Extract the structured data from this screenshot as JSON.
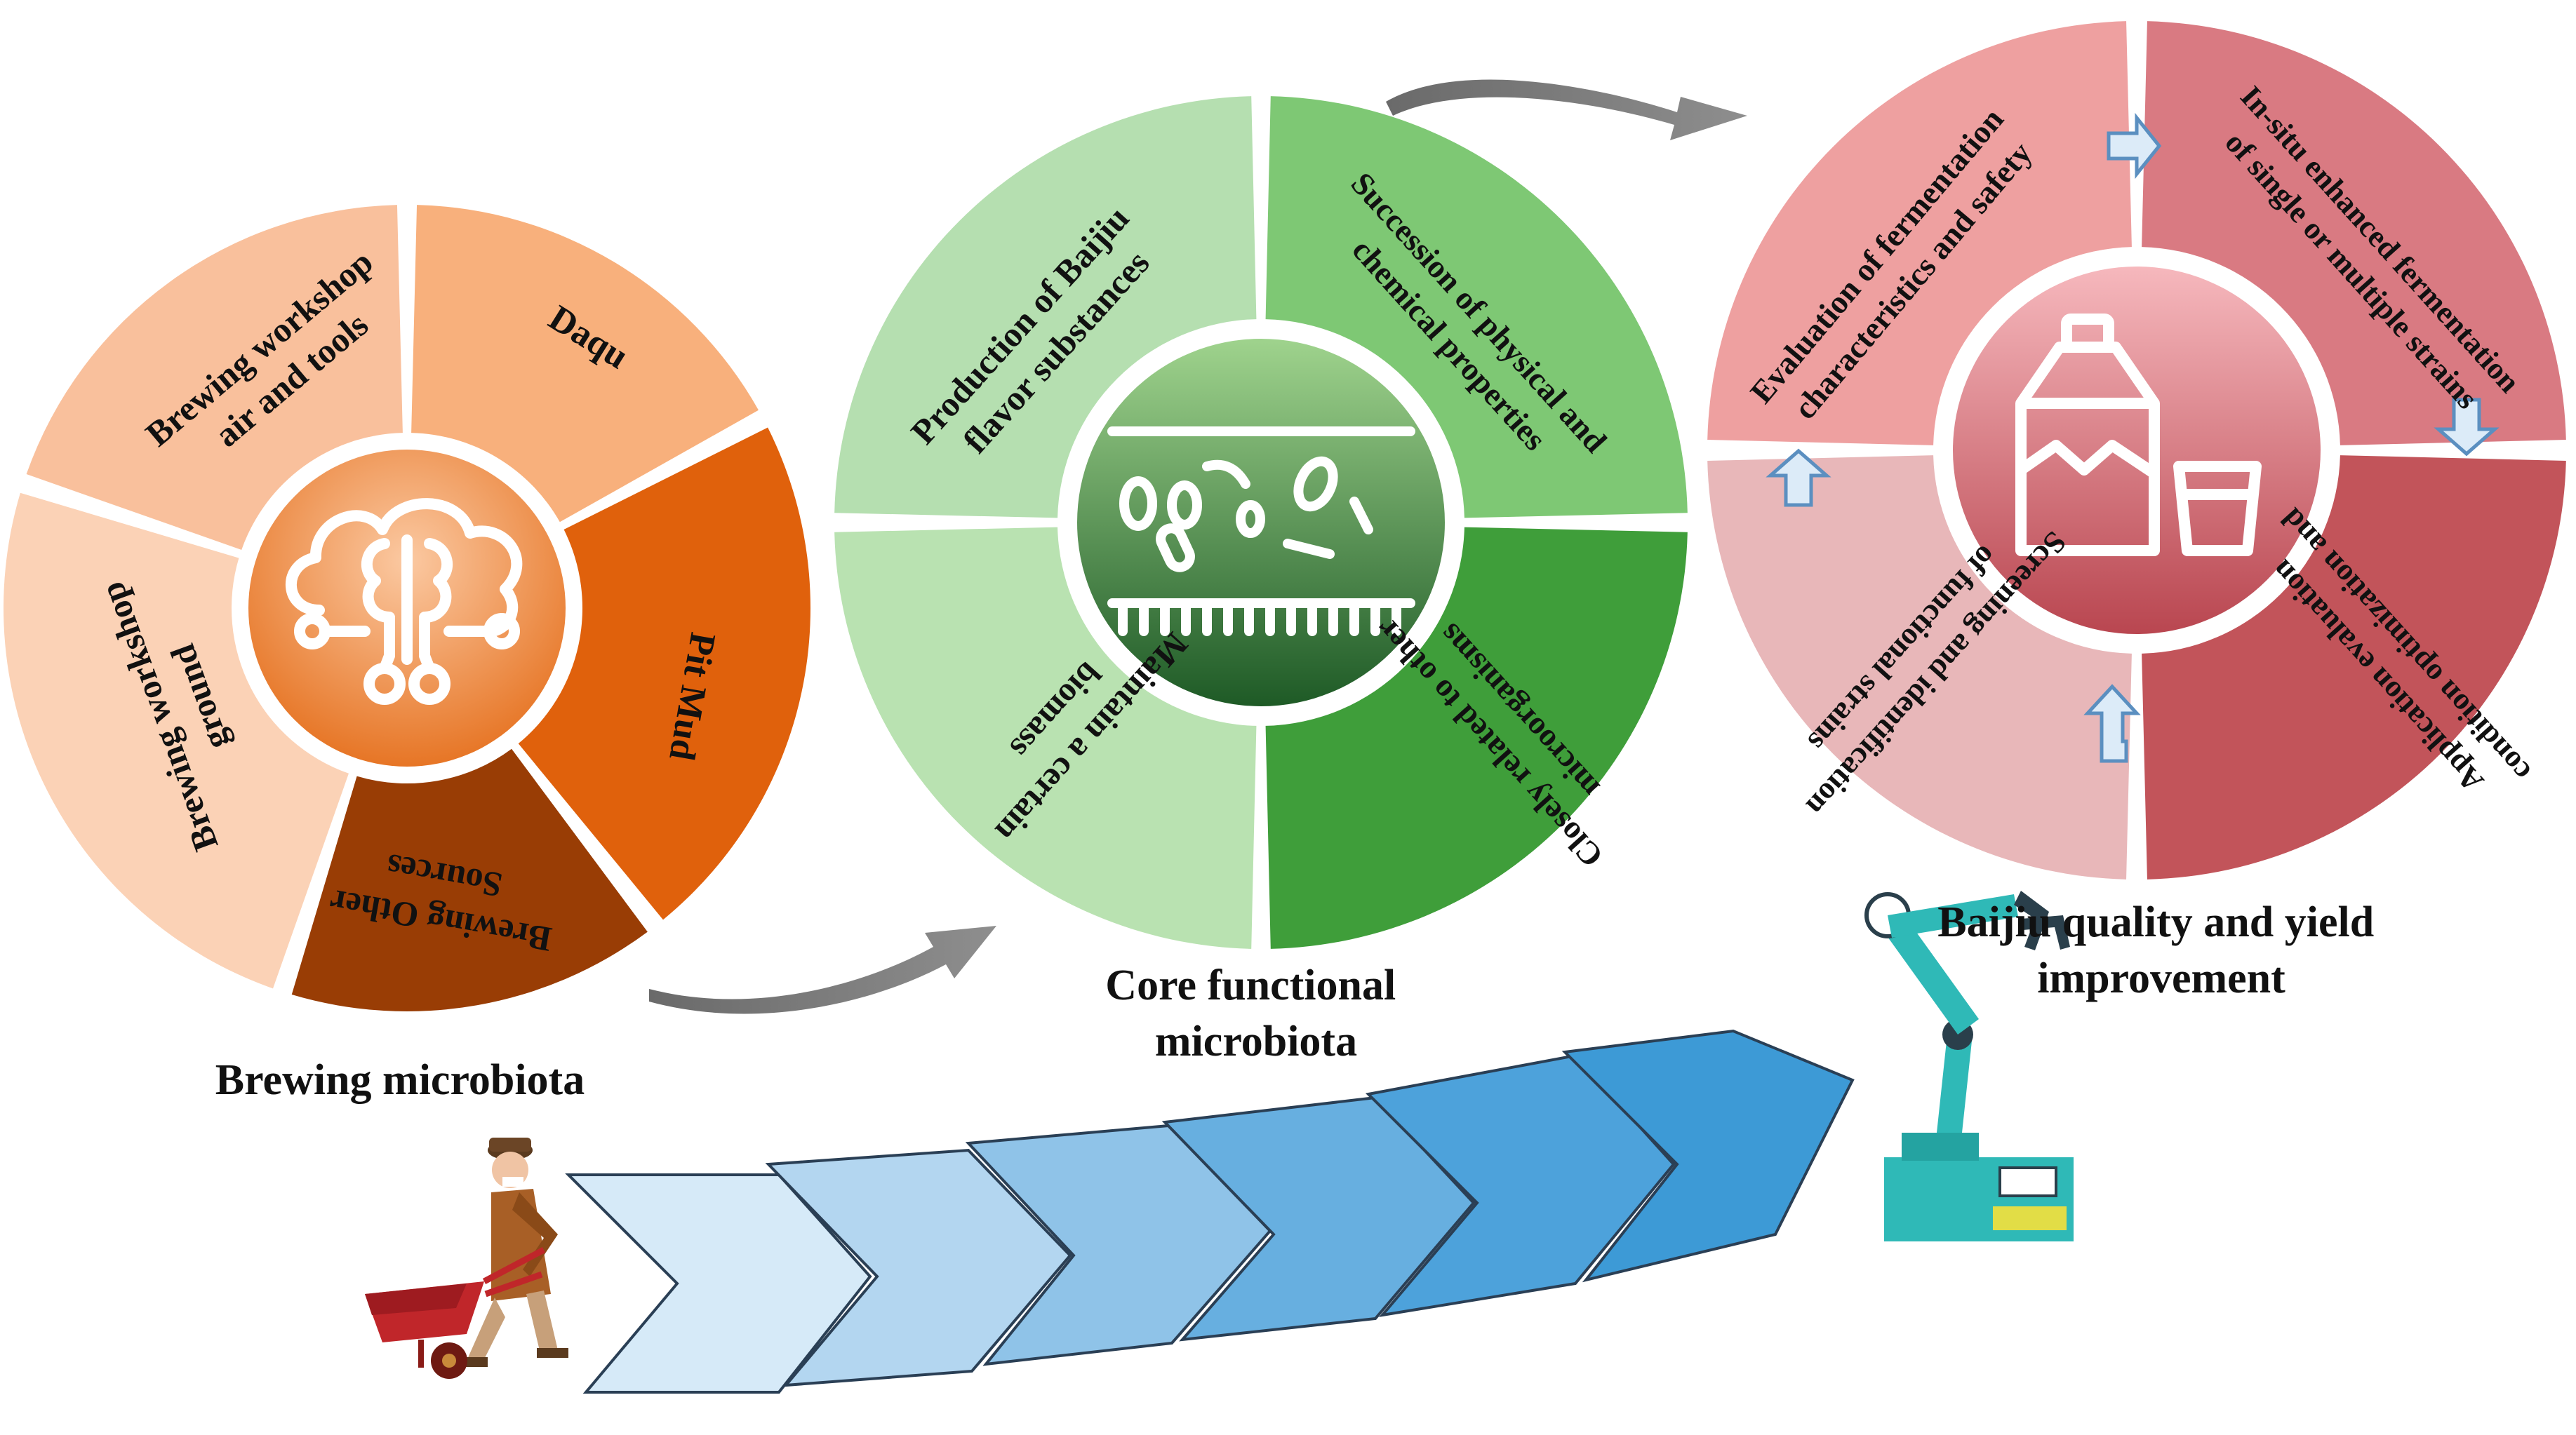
{
  "wheels": {
    "brewing": {
      "caption": [
        "Brewing microbiota"
      ],
      "segments": {
        "ground": [
          "Brewing workshop",
          "ground"
        ],
        "air": [
          "Brewing workshop",
          "air and tools"
        ],
        "daqu": [
          "Daqu"
        ],
        "pitmud": [
          "Pit Mud"
        ],
        "other": [
          "Brewing Other",
          "Sources"
        ]
      },
      "colors": {
        "ground": "#fbd2b6",
        "air": "#f9c09c",
        "daqu": "#f8b07c",
        "pitmud": "#e0610c",
        "other": "#993d05",
        "hub": "#ef8a3c"
      }
    },
    "core": {
      "caption": [
        "Core functional",
        "microbiota"
      ],
      "segments": {
        "production": [
          "Production of Baijiu",
          "flavor substances"
        ],
        "succession": [
          "Succession of physical and",
          "chemical properties"
        ],
        "related": [
          "Closely related to other",
          "microorganisms"
        ],
        "biomass": [
          "Maintain a certain",
          "biomass"
        ]
      },
      "colors": {
        "production": "#b5dfb0",
        "succession": "#7ec874",
        "related": "#3f9e3a",
        "biomass": "#b9e2b1",
        "hub": "#3c8f3c"
      }
    },
    "quality": {
      "caption": [
        "Baijiu quality and yield",
        "improvement"
      ],
      "segments": {
        "evaluation": [
          "Evaluation of fermentation",
          "characteristics and safety"
        ],
        "insitu": [
          "In-situ enhanced fermentation",
          "of single  or multiple strains"
        ],
        "application": [
          "Application evaluation",
          "condition optimization and"
        ],
        "screening": [
          "Screening and identification",
          "of functional strains"
        ]
      },
      "colors": {
        "evaluation": "#eea0a0",
        "insitu": "#d97a82",
        "application": "#c2545a",
        "screening": "#e8b7b9",
        "hub": "#d8707a"
      }
    }
  },
  "icons": [
    "brain-cloud-icon",
    "microbe-biofilm-icon",
    "baijiu-bottle-glass-icon",
    "worker-wheelbarrow-icon",
    "robot-arm-icon",
    "curved-arrow-icon",
    "chevron-arrow-icon"
  ],
  "chevron_colors": [
    "#d6eaf8",
    "#b3d6f0",
    "#8fc3e8",
    "#67afe0",
    "#4da2db",
    "#3d9ad6"
  ]
}
